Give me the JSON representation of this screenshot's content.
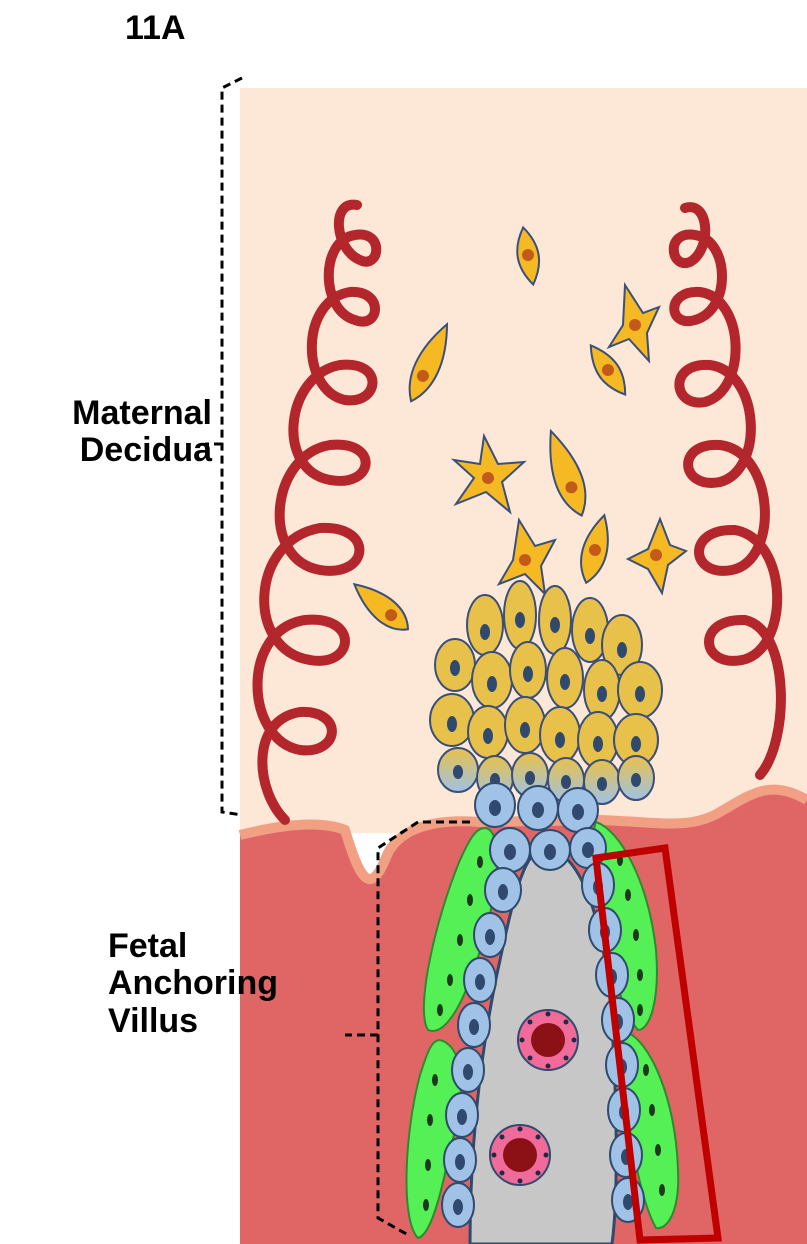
{
  "figure": {
    "label": "11A"
  },
  "labels": {
    "maternal_line1": "Maternal",
    "maternal_line2": "Decidua",
    "fetal_line1": "Fetal",
    "fetal_line2": "Anchoring",
    "fetal_line3": "Villus"
  },
  "colors": {
    "decidua_background": "#fde7d6",
    "fetal_tissue": "#e06666",
    "tissue_border": "#f2a084",
    "spiral_artery": "#c0392b",
    "decidual_cells": "#f5b924",
    "invasive_cells": "#e8c14a",
    "cytotrophoblast": "#9fc2e6",
    "syncytiotrophoblast": "#55f055",
    "villus_core": "#c7c7c7",
    "fetal_vessel": "#f06b9a",
    "highlight_box": "#c00000"
  }
}
